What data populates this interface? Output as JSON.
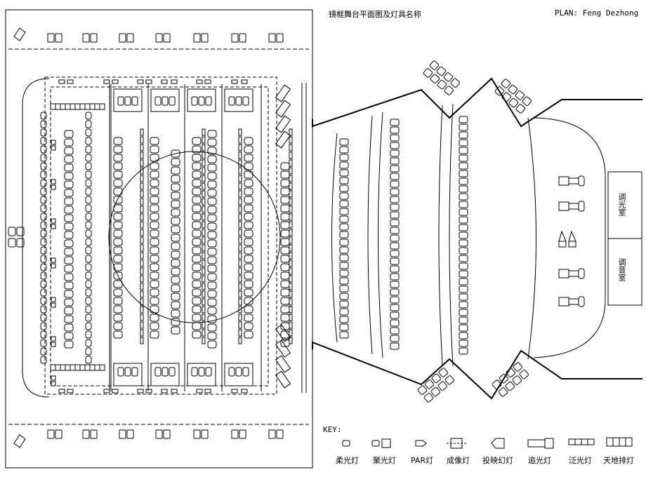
{
  "title": "镜框舞台平面图及灯具名称",
  "author": "PLAN: Feng Dezhong",
  "key_heading": "KEY:",
  "rooms": [
    "调光室",
    "调音室"
  ],
  "legend": [
    {
      "icon": "soft-light",
      "label": "柔光灯"
    },
    {
      "icon": "spot-light",
      "label": "聚光灯"
    },
    {
      "icon": "par-light",
      "label": "PAR灯"
    },
    {
      "icon": "profile-light",
      "label": "成像灯"
    },
    {
      "icon": "projector-light",
      "label": "投映幻灯"
    },
    {
      "icon": "follow-spot",
      "label": "追光灯"
    },
    {
      "icon": "flood-light",
      "label": "泛光灯"
    },
    {
      "icon": "cyc-light",
      "label": "天地排灯"
    }
  ],
  "colors": {
    "line": "#000000",
    "background": "#ffffff"
  }
}
